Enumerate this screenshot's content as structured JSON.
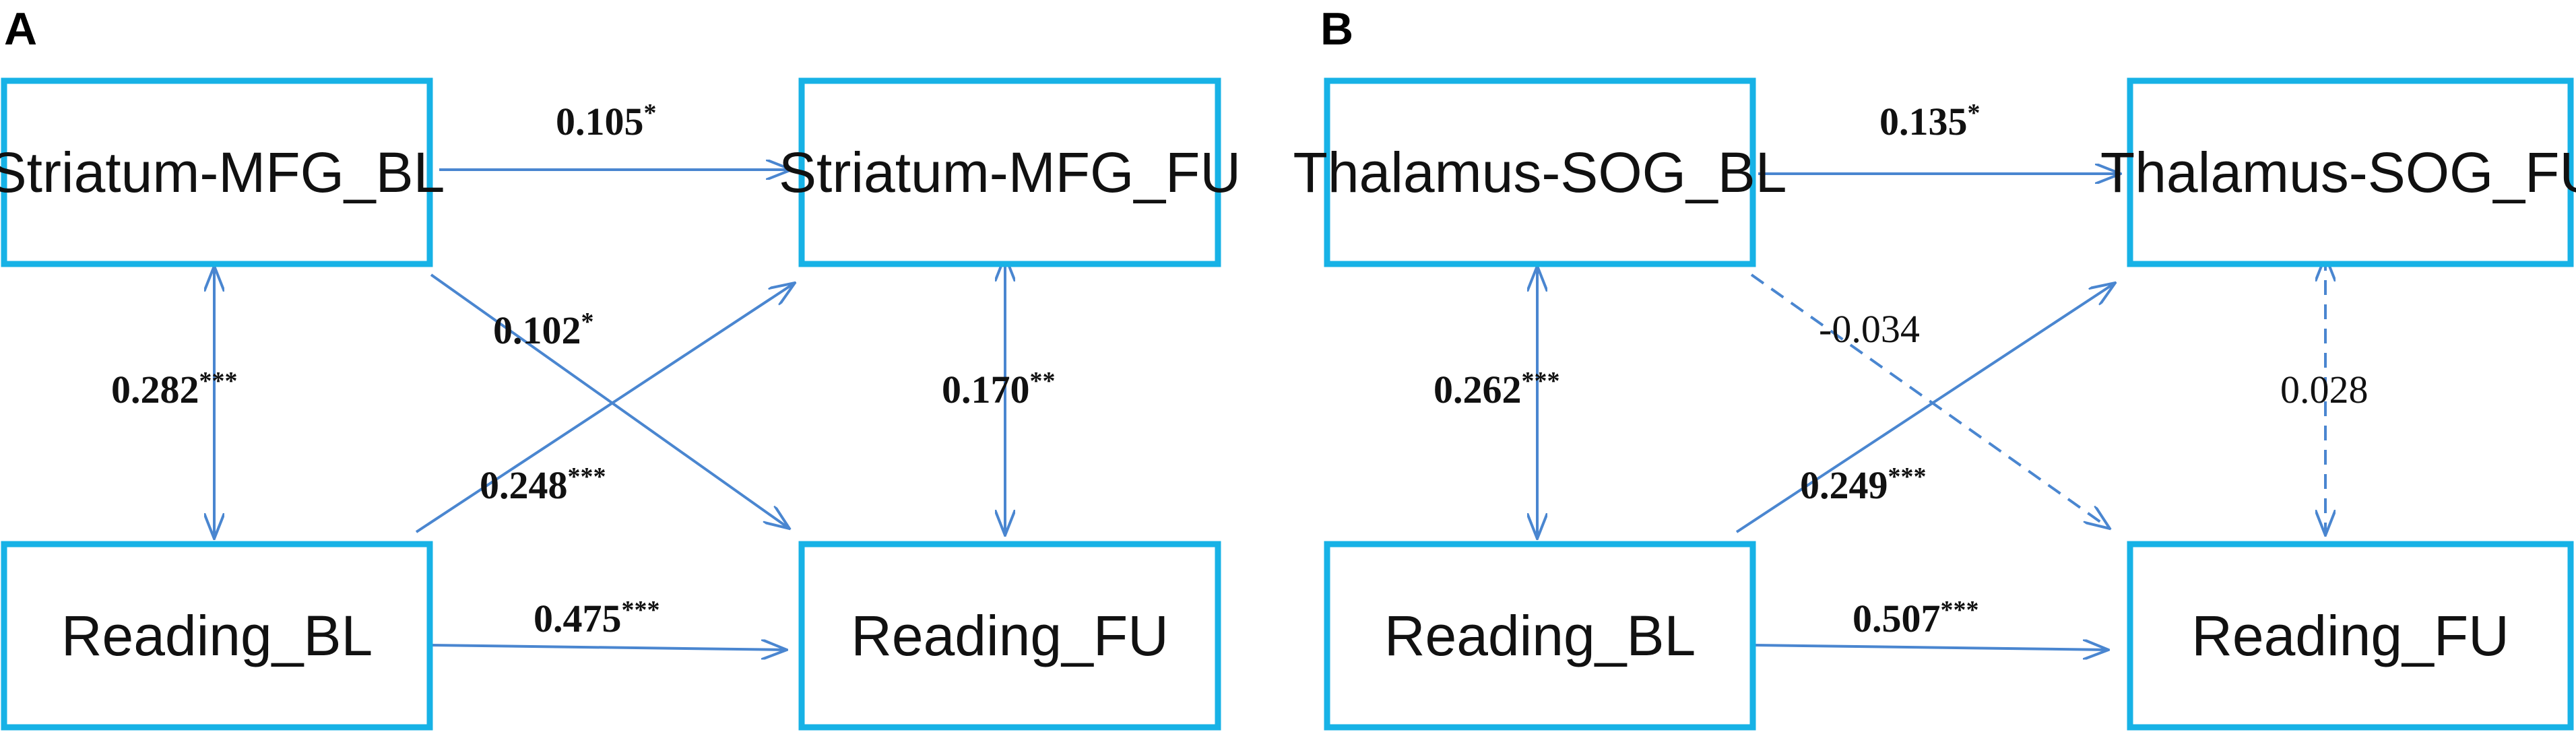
{
  "panels": [
    {
      "label": "A",
      "boxes": {
        "tl": "Striatum-MFG_BL",
        "tr": "Striatum-MFG_FU",
        "bl": "Reading_BL",
        "br": "Reading_FU"
      },
      "paths": {
        "top": {
          "value": "0.105",
          "sig": "*",
          "bold": true,
          "dashed": false
        },
        "bottom": {
          "value": "0.475",
          "sig": "***",
          "bold": true,
          "dashed": false
        },
        "left": {
          "value": "0.282",
          "sig": "***",
          "bold": true,
          "dashed": false
        },
        "right": {
          "value": "0.170",
          "sig": "**",
          "bold": true,
          "dashed": false
        },
        "diag_down": {
          "value": "0.102",
          "sig": "*",
          "bold": true,
          "dashed": false
        },
        "diag_up": {
          "value": "0.248",
          "sig": "***",
          "bold": true,
          "dashed": false
        }
      }
    },
    {
      "label": "B",
      "boxes": {
        "tl": "Thalamus-SOG_BL",
        "tr": "Thalamus-SOG_FU",
        "bl": "Reading_BL",
        "br": "Reading_FU"
      },
      "paths": {
        "top": {
          "value": "0.135",
          "sig": "*",
          "bold": true,
          "dashed": false
        },
        "bottom": {
          "value": "0.507",
          "sig": "***",
          "bold": true,
          "dashed": false
        },
        "left": {
          "value": "0.262",
          "sig": "***",
          "bold": true,
          "dashed": false
        },
        "right": {
          "value": "0.028",
          "sig": "",
          "bold": false,
          "dashed": true
        },
        "diag_down": {
          "value": "-0.034",
          "sig": "",
          "bold": false,
          "dashed": true
        },
        "diag_up": {
          "value": "0.249",
          "sig": "***",
          "bold": true,
          "dashed": false
        }
      }
    }
  ],
  "colors": {
    "box_stroke": "#17b2e6",
    "arrow": "#4a86d0"
  }
}
